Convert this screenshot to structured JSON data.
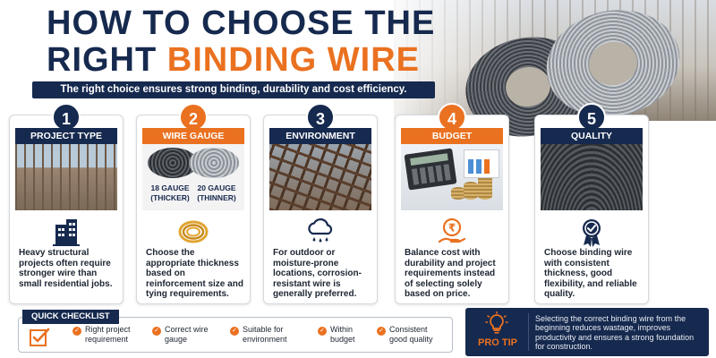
{
  "header": {
    "title_line1": "HOW TO CHOOSE THE",
    "title_line2_prefix": "RIGHT ",
    "title_line2_accent": "BINDING WIRE",
    "subtitle": "The right choice ensures strong binding, durability and cost efficiency."
  },
  "colors": {
    "navy": "#16294e",
    "orange": "#ea7120"
  },
  "cards": [
    {
      "number": "1",
      "title": "PROJECT TYPE",
      "icon": "building-icon",
      "text": "Heavy structural projects often require stronger wire than small residential jobs."
    },
    {
      "number": "2",
      "title": "WIRE GAUGE",
      "icon": "wire-coil-icon",
      "gauge_left": "18 GAUGE (THICKER)",
      "gauge_right": "20 GAUGE (THINNER)",
      "text": "Choose the appropriate thickness based on reinforcement size and tying requirements."
    },
    {
      "number": "3",
      "title": "ENVIRONMENT",
      "icon": "rain-cloud-icon",
      "text": "For outdoor or moisture-prone locations, corrosion-resistant wire is generally preferred."
    },
    {
      "number": "4",
      "title": "BUDGET",
      "icon": "rupee-hand-icon",
      "text": "Balance cost with durability and project requirements instead of selecting solely based on price."
    },
    {
      "number": "5",
      "title": "QUALITY",
      "icon": "quality-medal-icon",
      "text": "Choose binding wire with consistent thickness, good flexibility, and reliable quality."
    }
  ],
  "checklist": {
    "title": "QUICK CHECKLIST",
    "items": [
      {
        "line1": "Right project",
        "line2": "requirement"
      },
      {
        "line1": "Correct wire",
        "line2": "gauge"
      },
      {
        "line1": "Suitable for",
        "line2": "environment"
      },
      {
        "line1": "Within",
        "line2": "budget"
      },
      {
        "line1": "Consistent",
        "line2": "good quality"
      }
    ]
  },
  "pro_tip": {
    "label": "PRO TIP",
    "text": "Selecting the correct binding wire from the beginning reduces wastage, improves productivity and ensures a strong foundation for construction."
  }
}
